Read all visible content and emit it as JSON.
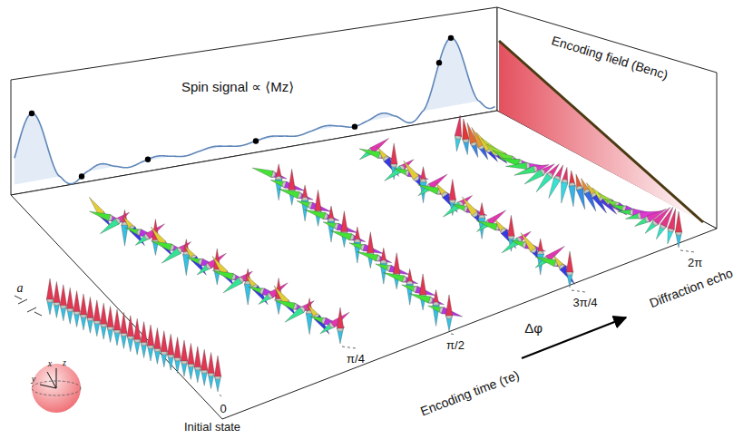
{
  "diagram": {
    "labels": [
      "Spin signal ∝ ⟨Mz⟩",
      "Encoding field (Benc)",
      "a",
      "z",
      "x",
      "y",
      "0",
      "π/4",
      "π/2",
      "3π/4",
      "2π",
      "Δφ",
      "Encoding time (τe)",
      "Initial state",
      "Diffraction echo"
    ]
  }
}
